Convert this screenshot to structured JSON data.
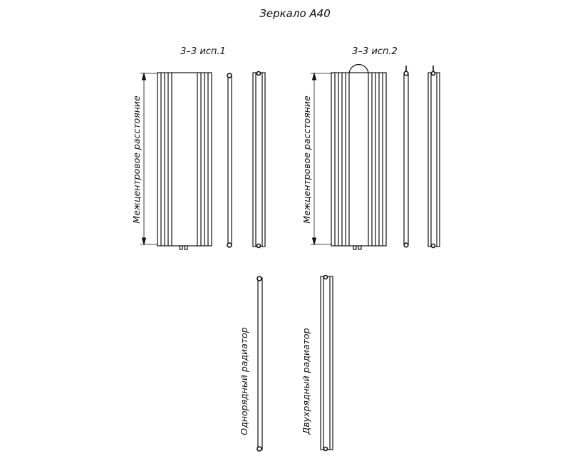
{
  "title": "Зеркало А40",
  "variant1": {
    "section_label": "3–3 исп.1",
    "dimension_label": "Межцентровое расстояние"
  },
  "variant2": {
    "section_label": "3–3 исп.2",
    "dimension_label": "Межцентровое расстояние"
  },
  "single_row": {
    "label": "Однорядный радиатор"
  },
  "double_row": {
    "label": "Двухрядный радиатор"
  }
}
